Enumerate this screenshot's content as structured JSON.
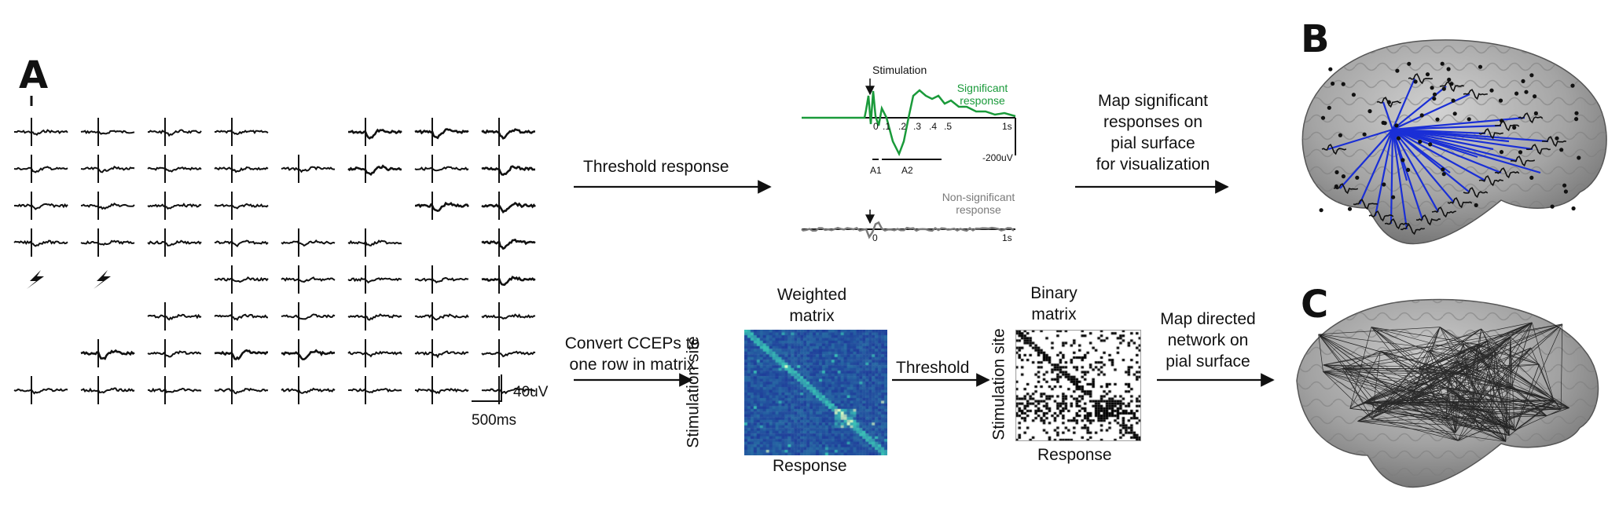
{
  "panels": {
    "a": "A",
    "b": "B",
    "c": "C"
  },
  "scale_bar": {
    "amplitude": "40uV",
    "time": "500ms"
  },
  "grid": {
    "rows": 8,
    "cols": 8,
    "stimulation_sites": [
      [
        4,
        0
      ],
      [
        4,
        1
      ]
    ],
    "empty_cells": [
      [
        0,
        4
      ],
      [
        2,
        4
      ],
      [
        2,
        5
      ],
      [
        3,
        6
      ],
      [
        4,
        2
      ],
      [
        5,
        0
      ],
      [
        5,
        1
      ],
      [
        6,
        0
      ]
    ],
    "large_response_cells": [
      [
        0,
        5
      ],
      [
        0,
        6
      ],
      [
        0,
        7
      ],
      [
        1,
        5
      ],
      [
        1,
        7
      ],
      [
        2,
        6
      ],
      [
        2,
        7
      ],
      [
        3,
        7
      ],
      [
        4,
        7
      ],
      [
        6,
        1
      ],
      [
        6,
        3
      ],
      [
        6,
        4
      ]
    ]
  },
  "steps": {
    "threshold_response": "Threshold response",
    "map_significant": [
      "Map significant",
      "responses on",
      "pial surface",
      "for visualization"
    ],
    "convert": [
      "Convert CCEPs to",
      "one row in matrix"
    ],
    "threshold": "Threshold",
    "map_directed": [
      "Map directed",
      "network on",
      "pial surface"
    ]
  },
  "trace_plot": {
    "stimulation_label": "Stimulation",
    "significant_label": [
      "Significant",
      "response"
    ],
    "nonsignificant_label": [
      "Non-significant",
      "response"
    ],
    "ticks": [
      "0",
      ".1",
      ".2",
      ".3",
      ".4",
      ".5"
    ],
    "end_label": "1s",
    "amplitude_label": "-200uV",
    "window_labels": [
      "A1",
      "A2"
    ],
    "significant_color": "#1a9a3a",
    "nonsignificant_color": "#7a7a7a"
  },
  "weighted_matrix": {
    "title": [
      "Weighted",
      "matrix"
    ],
    "ylabel": "Stimulation site",
    "xlabel": "Response",
    "background_color": "#1f3d9a"
  },
  "binary_matrix": {
    "title": [
      "Binary",
      "matrix"
    ],
    "ylabel": "Stimulation site",
    "xlabel": "Response"
  },
  "colors": {
    "edge_blue": "#1a2fd6",
    "brain_gray": "#9a9a9a"
  }
}
